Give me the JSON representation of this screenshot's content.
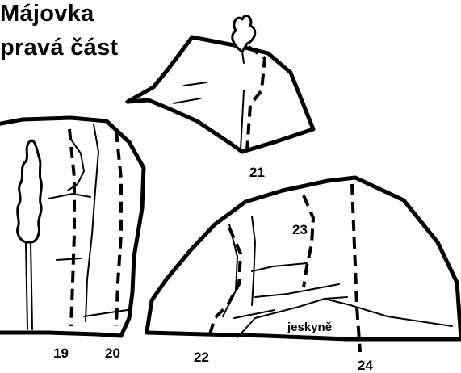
{
  "title": {
    "line1": "Májovka",
    "line2": "pravá část"
  },
  "routes": [
    {
      "number": "19"
    },
    {
      "number": "20"
    },
    {
      "number": "21"
    },
    {
      "number": "22"
    },
    {
      "number": "23"
    },
    {
      "number": "24"
    }
  ],
  "features": {
    "cave": "jeskyně"
  },
  "colors": {
    "ink": "#000000",
    "paper": "#ffffff"
  }
}
